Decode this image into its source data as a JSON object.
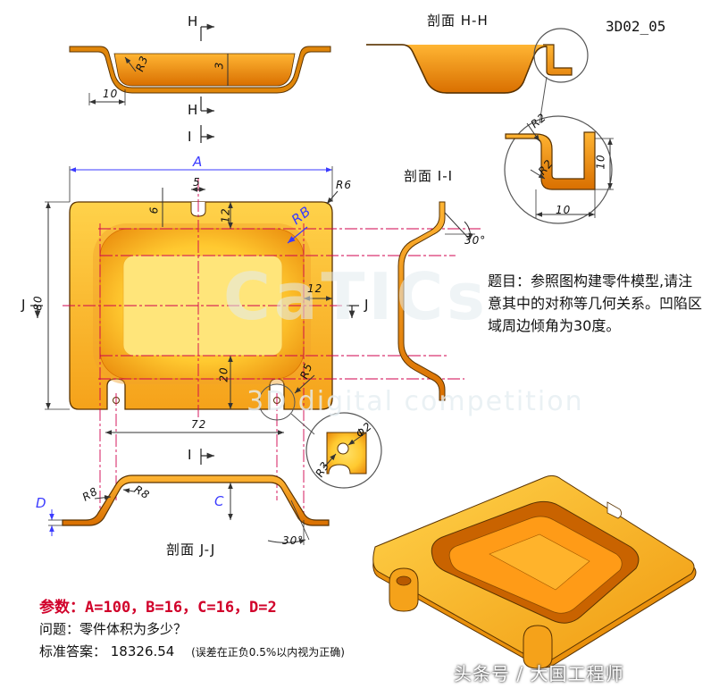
{
  "drawing_code": "3D02_05",
  "section_labels": {
    "hh": "剖面 H-H",
    "ii": "剖面 I-I",
    "jj": "剖面 J-J"
  },
  "cut_labels": {
    "h_top": "H",
    "h_bottom": "H",
    "i_top": "I",
    "i_bottom": "I",
    "j_left": "J",
    "j_right": "J"
  },
  "dimensions": {
    "A": "A",
    "B": "RB",
    "C": "C",
    "D": "D",
    "width_top_10": "10",
    "r3_top": "R3",
    "depth_3": "3",
    "slot_5": "5",
    "slot_6": "6",
    "offset_12_top": "12",
    "offset_12_right": "12",
    "offset_20": "20",
    "r5": "R5",
    "r6": "R6",
    "height_80": "80",
    "span_72": "72",
    "angle_30_side": "30°",
    "angle_30_bottom": "30°",
    "r8_left": "R8",
    "r8_inner": "R8",
    "detail_r2_a": "R2",
    "detail_r2_b": "R2",
    "detail_10_h": "10",
    "detail_10_w": "10",
    "hole_r3": "R3",
    "hole_d2": "Φ2"
  },
  "task_text": "题目：参照图构建零件模型,请注意其中的对称等几何关系。凹陷区域周边倾角为30度。",
  "params_text": "参数：A=100，B=16，C=16，D=2",
  "question_text": "问题：零件体积为多少？",
  "answer_text": "标准答案： 18326.54",
  "answer_note": "(误差在正负0.5%以内视为正确)",
  "watermark_big": "CaTICs",
  "watermark_sub": "3D digital competition",
  "credit": "头条号 / 大国工程师",
  "colors": {
    "part": "#f5a21a",
    "part_light": "#ffd34d",
    "part_dark": "#c85f00",
    "centerline": "#d0004e",
    "dimension": "#333333",
    "params": "#d1002a"
  }
}
